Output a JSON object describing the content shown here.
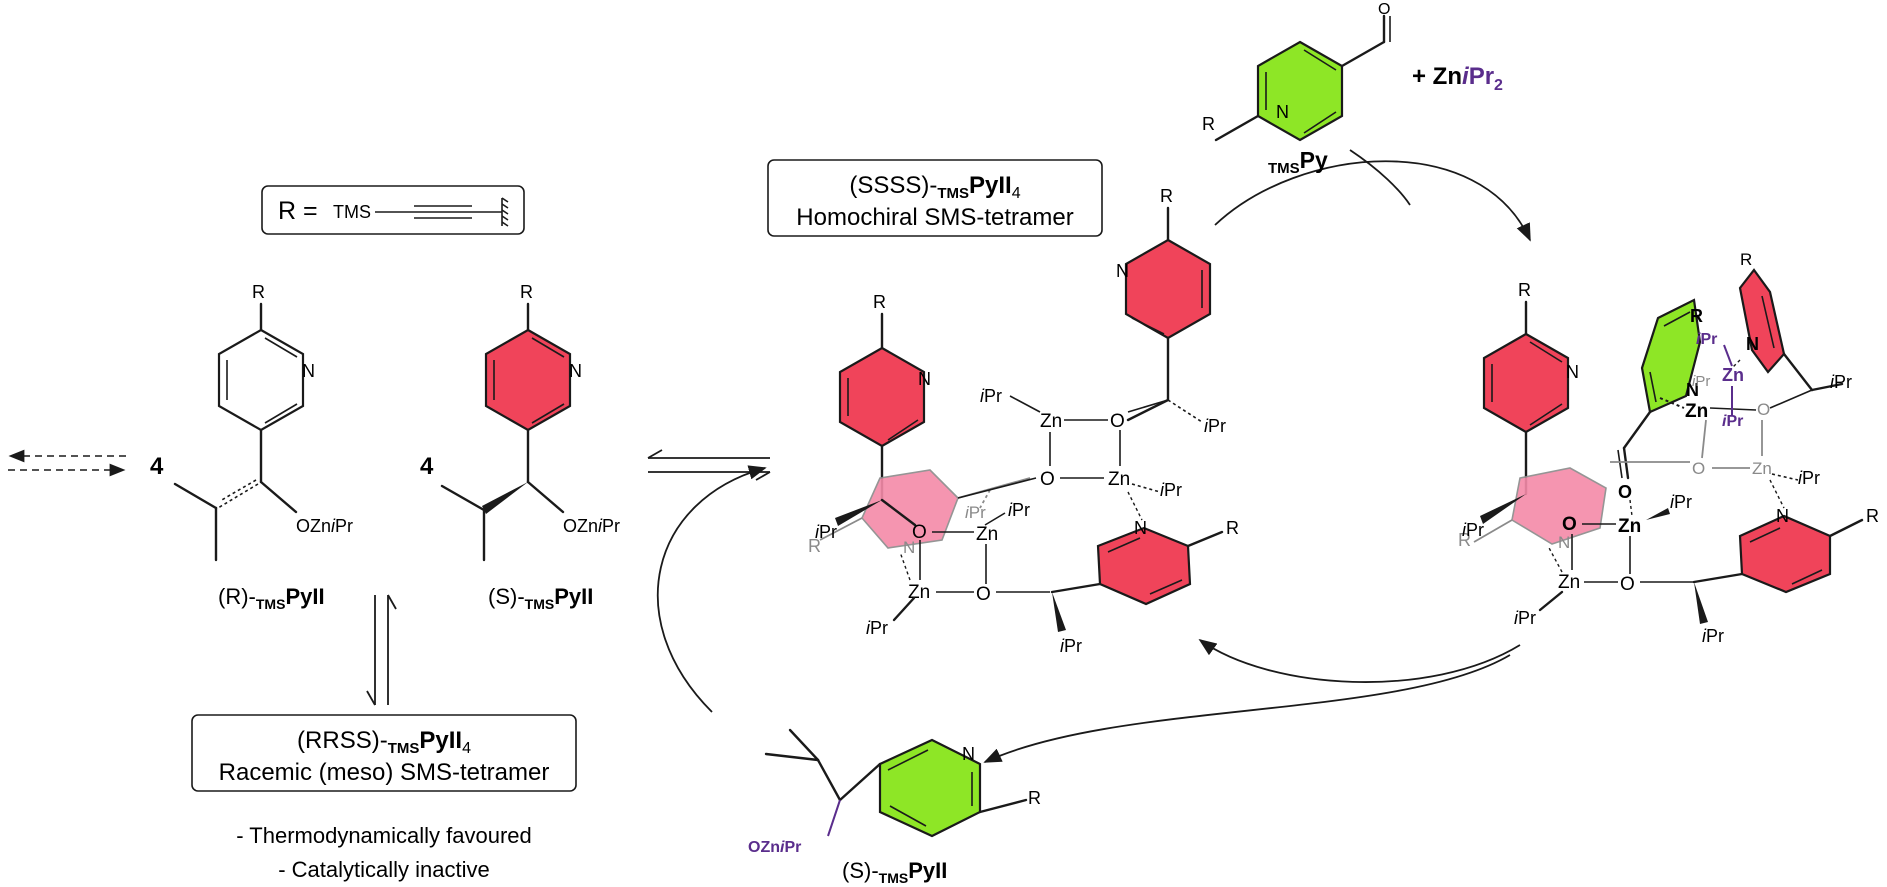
{
  "colors": {
    "red_ring": "#f0445a",
    "pink_ring": "#f58aa8",
    "green_ring": "#8ee626",
    "purple": "#5a2d8c",
    "grey": "#8a8a8a"
  },
  "r_box": {
    "r_eq": "R =",
    "tms": "TMS"
  },
  "monomers": {
    "count_left": "4",
    "count_right": "4",
    "r_label": "(R)-",
    "s_label": "(S)-",
    "subscript": "TMS",
    "pyii": "PyII",
    "ozn": "OZn",
    "ipr": "iPr",
    "r": "R",
    "n": "N"
  },
  "meso_box": {
    "prefix": "(RRSS)-",
    "subscript": "TMS",
    "name": "PyII",
    "sub4": "4",
    "line2": "Racemic (meso) SMS-tetramer"
  },
  "notes": [
    "- Thermodynamically favoured",
    "- Catalytically inactive"
  ],
  "homochiral_box": {
    "prefix": "(SSSS)-",
    "subscript": "TMS",
    "name": "PyII",
    "sub4": "4",
    "line2": "Homochiral SMS-tetramer"
  },
  "reagent": {
    "subscript": "TMS",
    "name": "Py",
    "plus_zn": "+ Zn",
    "ipr": "iPr",
    "sub2": "2",
    "o": "O"
  },
  "product": {
    "s_label": "(S)-",
    "subscript": "TMS",
    "name": "PyII",
    "ozn": "OZniPr"
  },
  "atoms": {
    "zn": "Zn",
    "o": "O",
    "n": "N",
    "ipr": "iPr",
    "r": "R"
  }
}
